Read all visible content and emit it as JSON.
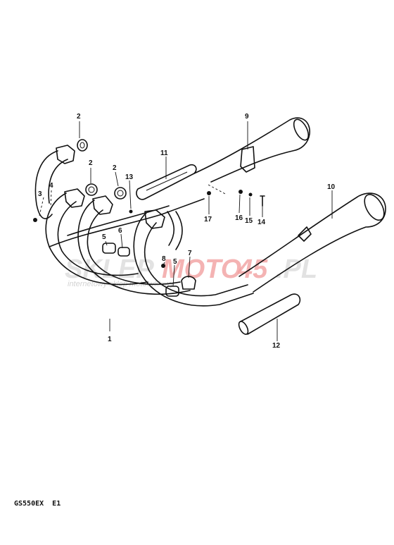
{
  "model_code": "GS550EX  E1",
  "watermark": {
    "brand_part1": "SKLEP",
    "brand_part2": "MOTO",
    "brand_part3": "45",
    "brand_part4": ".PL",
    "tagline": "internetowy sklep motocyklowy"
  },
  "callouts": [
    {
      "id": "c1",
      "label": "1"
    },
    {
      "id": "c2a",
      "label": "2"
    },
    {
      "id": "c2b",
      "label": "2"
    },
    {
      "id": "c2c",
      "label": "2"
    },
    {
      "id": "c3",
      "label": "3"
    },
    {
      "id": "c4",
      "label": "4"
    },
    {
      "id": "c5a",
      "label": "5"
    },
    {
      "id": "c5b",
      "label": "5"
    },
    {
      "id": "c6",
      "label": "6"
    },
    {
      "id": "c7",
      "label": "7"
    },
    {
      "id": "c8",
      "label": "8"
    },
    {
      "id": "c9",
      "label": "9"
    },
    {
      "id": "c10",
      "label": "10"
    },
    {
      "id": "c11",
      "label": "11"
    },
    {
      "id": "c12",
      "label": "12"
    },
    {
      "id": "c13",
      "label": "13"
    },
    {
      "id": "c14",
      "label": "14"
    },
    {
      "id": "c15",
      "label": "15"
    },
    {
      "id": "c16",
      "label": "16"
    },
    {
      "id": "c17",
      "label": "17"
    }
  ]
}
